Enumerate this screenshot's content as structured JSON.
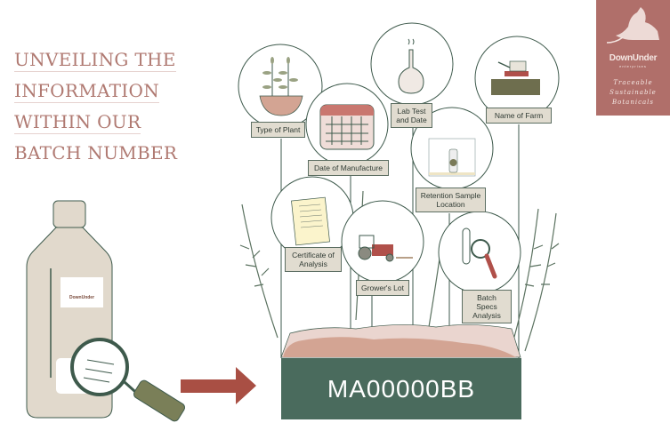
{
  "title_lines": [
    "UNVEILING THE",
    "INFORMATION",
    "WITHIN OUR",
    "BATCH NUMBER"
  ],
  "logo": {
    "brand": "DownUnder",
    "sub": "enterprises",
    "tagline": [
      "Traceable",
      "Sustainable",
      "Botanicals"
    ]
  },
  "nodes": [
    {
      "label": "Type of Plant",
      "icon": "plant-pot-icon"
    },
    {
      "label": "Date of Manufacture",
      "icon": "calendar-icon"
    },
    {
      "label": "Lab Test and Date",
      "icon": "flask-icon"
    },
    {
      "label": "Name of Farm",
      "icon": "harvester-icon"
    },
    {
      "label": "Retention Sample Location",
      "icon": "sample-bottle-icon"
    },
    {
      "label": "Certificate of Analysis",
      "icon": "document-icon"
    },
    {
      "label": "Grower's Lot",
      "icon": "tractor-icon"
    },
    {
      "label": "Batch Specs Analysis",
      "icon": "test-tube-magnifier-icon"
    }
  ],
  "batch_number": "MA00000BB",
  "colors": {
    "title": "#b07a72",
    "logo_bg": "#b06f6a",
    "dark_green": "#4a6b5d",
    "arrow": "#a94f44",
    "label_bg": "#e1dcd0"
  }
}
